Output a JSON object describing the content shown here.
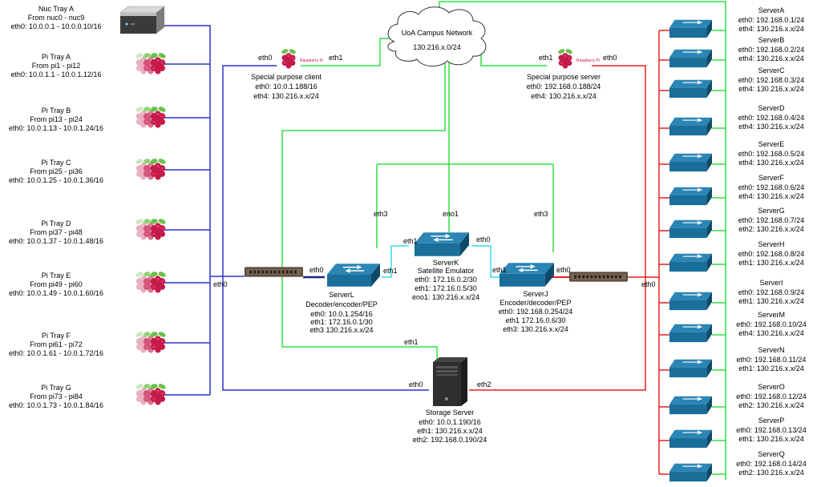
{
  "colors": {
    "blue_link": "#2b35c8",
    "red_link": "#e02020",
    "green_link": "#33dd44",
    "cyan_link": "#39d8e8",
    "dark_link": "#1a237e",
    "switch_fill": "#1a6f9a",
    "switch_dark": "#0e4a69",
    "rpi_red": "#c51a4a",
    "rpi_green": "#6cc04a"
  },
  "cloud": {
    "title": "UoA Campus Network",
    "subnet": "130.216.x.0/24"
  },
  "left_trays": [
    {
      "icon": "nuc-icon",
      "lines": [
        "Nuc Tray A",
        "From nuc0 - nuc9",
        "eth0: 10.0.0.1 - 10.0.0.10/16"
      ]
    },
    {
      "icon": "raspberry-pi-icon",
      "lines": [
        "Pi Tray A",
        "From pi1 - pi12",
        "eth0: 10.0.1.1 - 10.0.1.12/16"
      ]
    },
    {
      "icon": "raspberry-pi-icon",
      "lines": [
        "Pi Tray B",
        "From pi13 - pi24",
        "eth0: 10.0.1.13 - 10.0.1.24/16"
      ]
    },
    {
      "icon": "raspberry-pi-icon",
      "lines": [
        "Pi Tray C",
        "From pi25 - pi36",
        "eth0: 10.0.1.25 - 10.0.1.36/16"
      ]
    },
    {
      "icon": "raspberry-pi-icon",
      "lines": [
        "Pi Tray D",
        "From pi37 - pi48",
        "eth0: 10.0.1.37 - 10.0.1.48/16"
      ]
    },
    {
      "icon": "raspberry-pi-icon",
      "lines": [
        "Pi Tray E",
        "From pi49 - pi60",
        "eth0: 10.0.1.49 - 10.0.1.60/16"
      ]
    },
    {
      "icon": "raspberry-pi-icon",
      "lines": [
        "Pi Tray F",
        "From pi61 - pi72",
        "eth0: 10.0.1.61 - 10.0.1.72/16"
      ]
    },
    {
      "icon": "raspberry-pi-icon",
      "lines": [
        "Pi Tray G",
        "From pi73 - pi84",
        "eth0: 10.0.1.73 - 10.0.1.84/16"
      ]
    }
  ],
  "special_client": {
    "brand": "Raspberry Pi",
    "if_left": "eth0",
    "if_right": "eth1",
    "lines": [
      "Special purpose client",
      "eth0: 10.0.1.188/16",
      "eth4: 130.216.x.x/24"
    ]
  },
  "special_server": {
    "brand": "Raspberry Pi",
    "if_left": "eth1",
    "if_right": "eth0",
    "lines": [
      "Special purpose server",
      "eth0: 192.168.0.188/24",
      "eth4: 130.216.x.x/24"
    ]
  },
  "serverL": {
    "if_left": "eth0",
    "if_right": "eth1",
    "if_top": "eth3",
    "lines": [
      "ServerL",
      "Decoder/encoder/PEP",
      "eth0: 10.0.1.254/16",
      "eth1: 172.16.0.1/30",
      "eth3 130.216.x.x/24"
    ]
  },
  "serverK": {
    "if_left": "eth1",
    "if_right": "eth0",
    "if_top": "eno1",
    "lines": [
      "ServerK",
      "Satellite Emulator",
      "eth0: 172.16.0.2/30",
      "eth1: 172.16.0.5/30",
      "eno1: 130.216.x.x/24"
    ]
  },
  "serverJ": {
    "if_left": "eth1",
    "if_right": "eth0",
    "if_top": "eth3",
    "lines": [
      "ServerJ",
      "Encoder/decoder/PEP",
      "eth0: 192.168.0.254/24",
      "eth1 172.16.0.6/30",
      "eth3: 130.216.x.x/24"
    ]
  },
  "left_switch_if": "eth0",
  "right_switch_if": "eth0",
  "storage": {
    "if_left": "eth0",
    "if_right": "eth2",
    "if_top": "eth1",
    "lines": [
      "Storage Server",
      "eth0: 10.0.1.190/16",
      "eth1: 130.216.x.x/24",
      "eth2: 192.168.0.190/24"
    ]
  },
  "right_servers": [
    {
      "name": "ServerA",
      "l1": "eth0: 192.168.0.1/24",
      "l2": "eth4: 130.216.x.x/24"
    },
    {
      "name": "ServerB",
      "l1": "eth0: 192.168.0.2/24",
      "l2": "eth4: 130.216.x.x/24"
    },
    {
      "name": "ServerC",
      "l1": "eth0: 192.168.0.3/24",
      "l2": "eth4: 130.216.x.x/24"
    },
    {
      "name": "ServerD",
      "l1": "eth0: 192.168.0.4/24",
      "l2": "eth4: 130.216.x.x/24"
    },
    {
      "name": "ServerE",
      "l1": "eth0: 192.168.0.5/24",
      "l2": "eth4: 130.216.x.x/24"
    },
    {
      "name": "ServerF",
      "l1": "eth0: 192.168.0.6/24",
      "l2": "eth4: 130.216.x.x/24"
    },
    {
      "name": "ServerG",
      "l1": "eth0: 192.168.0.7/24",
      "l2": "eth2: 130.216.x.x/24"
    },
    {
      "name": "ServerH",
      "l1": "eth0: 192.168.0.8/24",
      "l2": "eth1: 130.216.x.x/24"
    },
    {
      "name": "ServerI",
      "l1": "eth0: 192.168.0.9/24",
      "l2": "eth1: 130.216.x.x/24"
    },
    {
      "name": "ServerM",
      "l1": "eth0: 192.168.0.10/24",
      "l2": "eth4: 130.216.x.x/24"
    },
    {
      "name": "ServerN",
      "l1": "eth0: 192.168.0.11/24",
      "l2": "eth1: 130.216.x.x/24"
    },
    {
      "name": "ServerO",
      "l1": "eth0: 192.168.0.12/24",
      "l2": "eth2: 130.216.x.x/24"
    },
    {
      "name": "ServerP",
      "l1": "eth0: 192.168.0.13/24",
      "l2": "eth1: 130.216.x.x/24"
    },
    {
      "name": "ServerQ",
      "l1": "eth0: 192.168.0.14/24",
      "l2": "eth2: 130.216.x.x/24"
    }
  ]
}
